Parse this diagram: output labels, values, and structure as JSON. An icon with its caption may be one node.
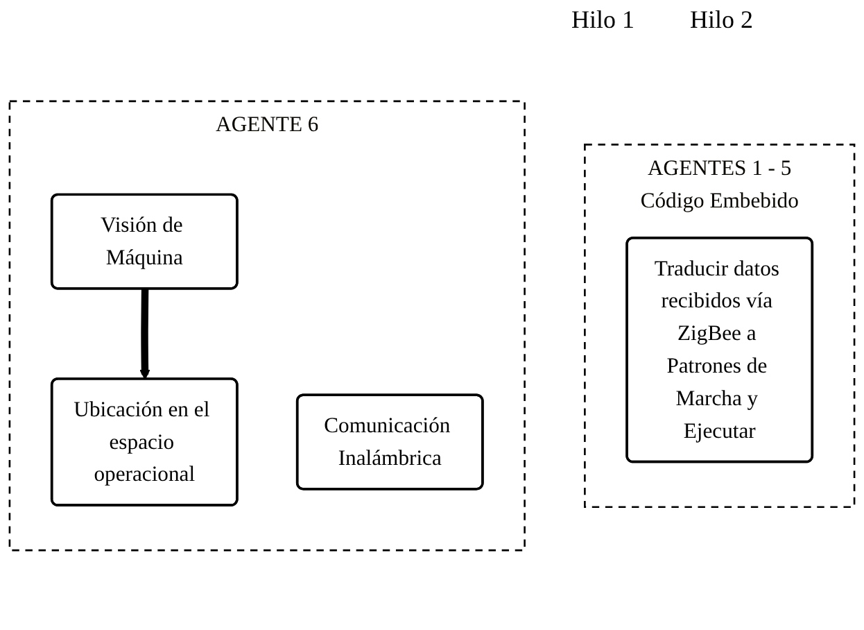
{
  "diagram": {
    "nodes": [
      {
        "text": [
          "AGENTES 1 - 5",
          "Código Embebido"
        ]
      },
      {
        "text": [
          "Traducir datos recibidos vía ZigBee a Patrones de Marcha y Ejecutar"
        ],
        "in": 0
      },
      {
        "text": [
          "AGENTE 6"
        ]
      },
      {
        "text": [
          "Visión de Máquina"
        ],
        "in": 2
      },
      {
        "text": [
          "Ubicación en el espacio operacional"
        ],
        "in": 2
      },
      {
        "text": [
          "Comunicación Inalámbrica"
        ],
        "in": 2
      }
    ],
    "edges": [
      {
        "from": 3,
        "to": 4,
        "arrow": "to"
      }
    ],
    "labels": [
      "Hilo 1",
      "Hilo 2"
    ]
  }
}
